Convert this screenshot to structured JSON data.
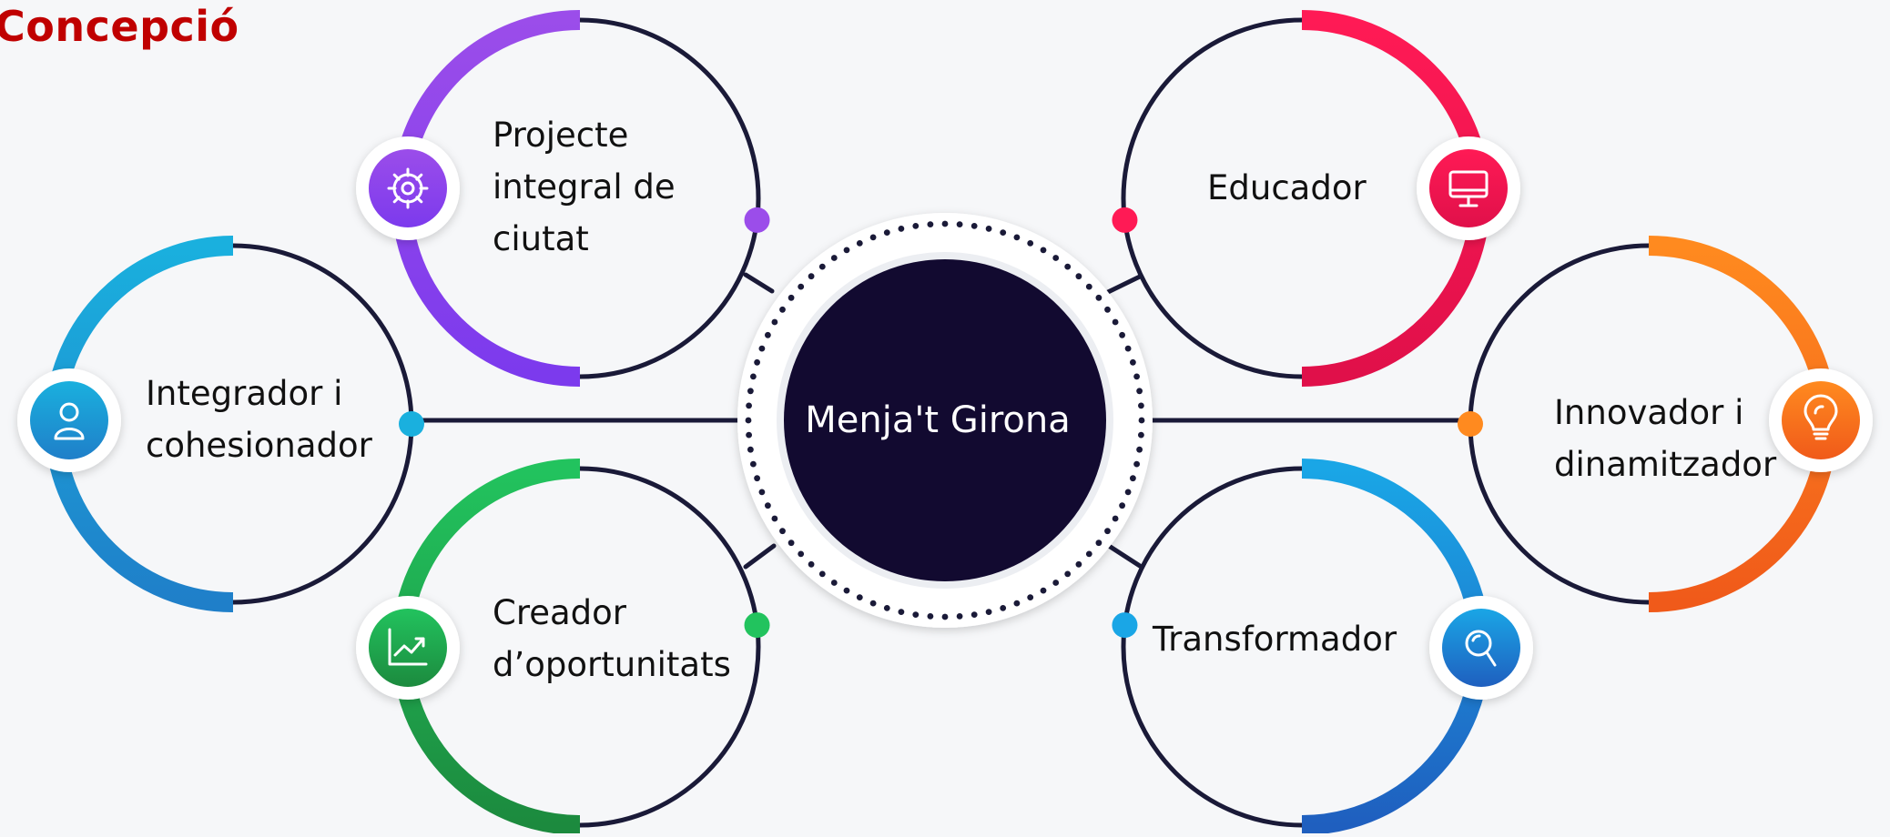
{
  "title": "Concepció",
  "center": {
    "label": "Menja't Girona"
  },
  "nodes": [
    {
      "label": "Projecte\nintegral de\nciutat",
      "icon": "gear-icon",
      "color": "#9b4dea",
      "color2": "#7c3aed"
    },
    {
      "label": "Educador",
      "icon": "monitor-icon",
      "color": "#ff1a55",
      "color2": "#e0104a"
    },
    {
      "label": "Integrador i\ncohesionador",
      "icon": "user-icon",
      "color": "#1ab0de",
      "color2": "#1f7fc9"
    },
    {
      "label": "Innovador i\ndinamitzador",
      "icon": "lightbulb-icon",
      "color": "#ff8a1f",
      "color2": "#f05a1a"
    },
    {
      "label": "Creador\nd’oportunitats",
      "icon": "trend-chart-icon",
      "color": "#22c35e",
      "color2": "#1c8a3e"
    },
    {
      "label": "Transformador",
      "icon": "search-icon",
      "color": "#1aa6e6",
      "color2": "#1f5fbf"
    }
  ],
  "palette": {
    "ring": "#1a1a38",
    "hub": "#120a30",
    "background": "#f6f7f9",
    "title": "#c00000"
  }
}
